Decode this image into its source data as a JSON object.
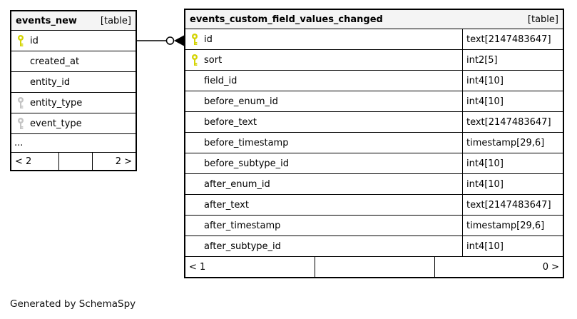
{
  "diagram": {
    "caption": "Generated by SchemaSpy"
  },
  "colors": {
    "header_bg": "#f4f4f4",
    "primary_key_icon": "#d4d404",
    "index_key_icon": "#c4c4c4",
    "border": "#000000",
    "row_bg": "#ffffff"
  },
  "relationship": {
    "from_table": "events_new",
    "from_column": "id",
    "to_table": "events_custom_field_values_changed",
    "to_column": "id",
    "end_symbol": "circle-arrow"
  },
  "tables": [
    {
      "title": "events_new",
      "tag": "[table]",
      "columns": [
        {
          "name": "id",
          "key": "primary"
        },
        {
          "name": "created_at",
          "key": "none"
        },
        {
          "name": "entity_id",
          "key": "none"
        },
        {
          "name": "entity_type",
          "key": "index"
        },
        {
          "name": "event_type",
          "key": "index"
        }
      ],
      "ellipsis": "...",
      "paging": {
        "left": "< 2",
        "middle": "",
        "right": "2 >"
      }
    },
    {
      "title": "events_custom_field_values_changed",
      "tag": "[table]",
      "columns": [
        {
          "name": "id",
          "type": "text[2147483647]",
          "key": "primary"
        },
        {
          "name": "sort",
          "type": "int2[5]",
          "key": "primary"
        },
        {
          "name": "field_id",
          "type": "int4[10]",
          "key": "none"
        },
        {
          "name": "before_enum_id",
          "type": "int4[10]",
          "key": "none"
        },
        {
          "name": "before_text",
          "type": "text[2147483647]",
          "key": "none"
        },
        {
          "name": "before_timestamp",
          "type": "timestamp[29,6]",
          "key": "none"
        },
        {
          "name": "before_subtype_id",
          "type": "int4[10]",
          "key": "none"
        },
        {
          "name": "after_enum_id",
          "type": "int4[10]",
          "key": "none"
        },
        {
          "name": "after_text",
          "type": "text[2147483647]",
          "key": "none"
        },
        {
          "name": "after_timestamp",
          "type": "timestamp[29,6]",
          "key": "none"
        },
        {
          "name": "after_subtype_id",
          "type": "int4[10]",
          "key": "none"
        }
      ],
      "paging": {
        "left": "< 1",
        "middle": "",
        "right": "0 >"
      }
    }
  ]
}
